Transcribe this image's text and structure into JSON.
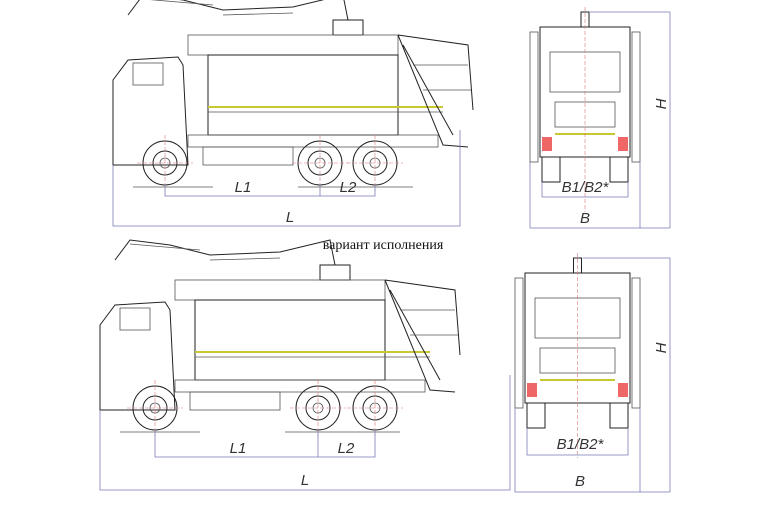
{
  "variant_caption": "вариант исполнения",
  "views": [
    {
      "name": "main",
      "labels": {
        "l1": "L1",
        "l2": "L2",
        "l": "L",
        "b1b2": "B1/B2*",
        "b": "B",
        "h": "H"
      }
    },
    {
      "name": "variant",
      "labels": {
        "l1": "L1",
        "l2": "L2",
        "l": "L",
        "b1b2": "B1/B2*",
        "b": "B",
        "h": "H"
      }
    }
  ],
  "colors": {
    "stripe": "#c8c832",
    "dimension": "#7a7ab8",
    "centerline": "#dd7777"
  }
}
